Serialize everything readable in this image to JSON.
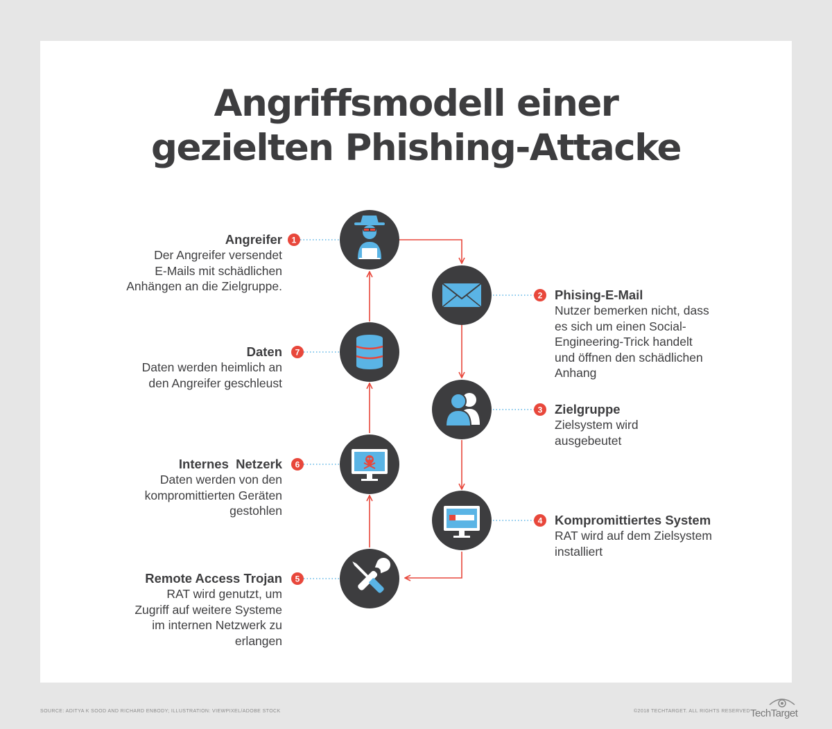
{
  "title": {
    "line1": "Angriffsmodell einer",
    "line2": "gezielten Phishing-Attacke"
  },
  "steps": [
    {
      "number": "1",
      "heading": "Angreifer",
      "description": "Der Angreifer versendet\nE-Mails mit schädlichen\nAnhängen an die Zielgruppe.",
      "icon": "hacker-icon"
    },
    {
      "number": "2",
      "heading": "Phising-E-Mail",
      "description": "Nutzer bemerken nicht, dass\nes sich um einen Social-\nEngineering-Trick handelt\nund öffnen den schädlichen\nAnhang",
      "icon": "email-icon"
    },
    {
      "number": "3",
      "heading": "Zielgruppe",
      "description": "Zielsystem wird\nausgebeutet",
      "icon": "users-icon"
    },
    {
      "number": "4",
      "heading": "Kompromittiertes System",
      "description": "RAT wird auf dem Zielsystem\ninstalliert",
      "icon": "monitor-progress-icon"
    },
    {
      "number": "5",
      "heading": "Remote Access Trojan",
      "description": "RAT wird genutzt, um\nZugriff auf weitere Systeme\nim internen Netzwerk zu\nerlangen",
      "icon": "tools-icon"
    },
    {
      "number": "6",
      "heading": "Internes  Netzerk",
      "description": "Daten werden von den\nkompromittierten Geräten\ngestohlen",
      "icon": "monitor-skull-icon"
    },
    {
      "number": "7",
      "heading": "Daten",
      "description": "Daten werden heimlich an\nden Angreifer geschleust",
      "icon": "database-icon"
    }
  ],
  "footer": {
    "source": "SOURCE: ADITYA K SOOD AND RICHARD ENBODY; ILLUSTRATION: VIEWPIXEL/ADOBE STOCK",
    "copyright": "©2018 TECHTARGET. ALL RIGHTS RESERVED",
    "logo": "TechTarget"
  },
  "colors": {
    "circle": "#3d3d3f",
    "accent": "#e8473b",
    "icon_blue": "#5ab4e5",
    "dotted": "#5ab4e5",
    "text": "#3d3d3f"
  }
}
